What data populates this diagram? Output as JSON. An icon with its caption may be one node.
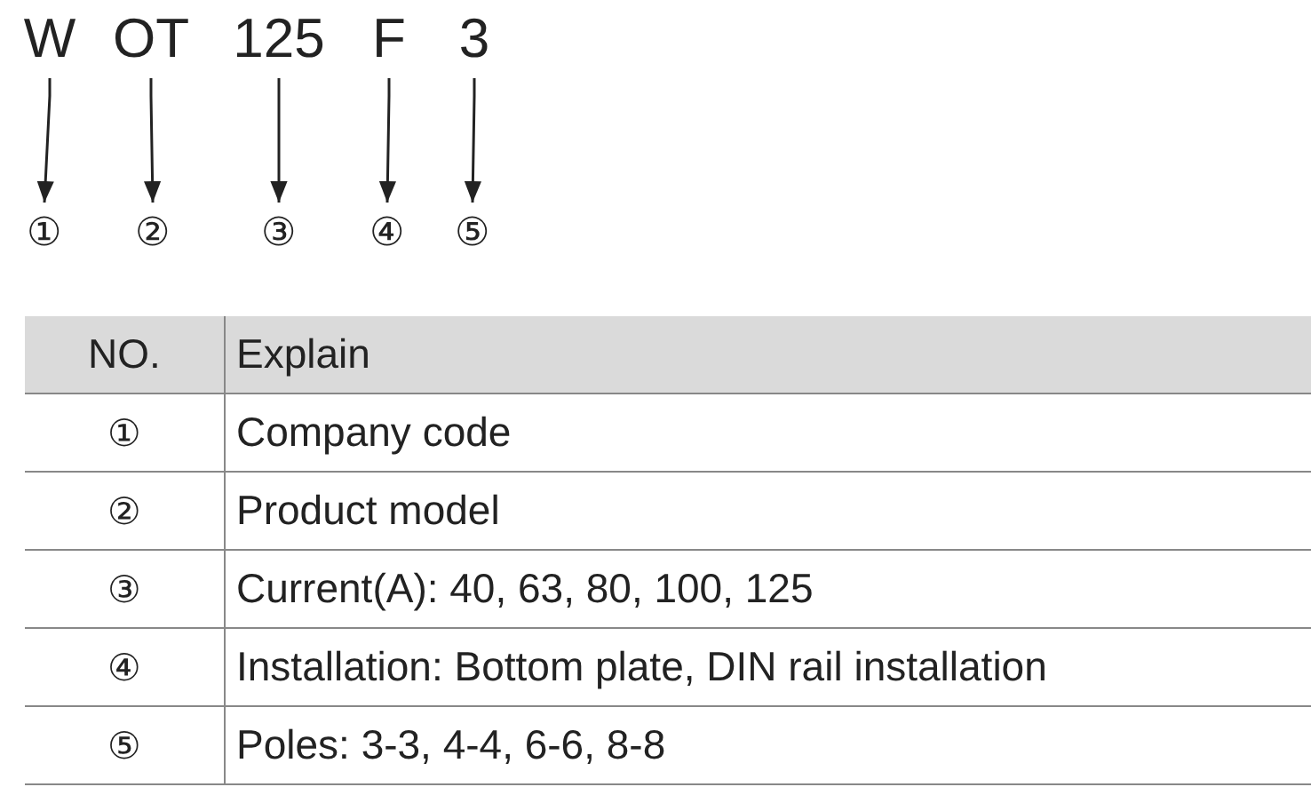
{
  "diagram": {
    "nodes": [
      {
        "text": [
          "W"
        ]
      },
      {
        "text": [
          "OT"
        ]
      },
      {
        "text": [
          "125"
        ]
      },
      {
        "text": [
          "F"
        ]
      },
      {
        "text": [
          "3"
        ]
      },
      {
        "text": [
          "①"
        ]
      },
      {
        "text": [
          "②"
        ]
      },
      {
        "text": [
          "③"
        ]
      },
      {
        "text": [
          "④"
        ]
      },
      {
        "text": [
          "⑤"
        ]
      }
    ],
    "edges": [
      {
        "from": 0,
        "to": 5,
        "arrow": "to"
      },
      {
        "from": 1,
        "to": 6,
        "arrow": "to"
      },
      {
        "from": 2,
        "to": 7,
        "arrow": "to"
      },
      {
        "from": 3,
        "to": 8,
        "arrow": "to"
      },
      {
        "from": 4,
        "to": 9,
        "arrow": "to"
      }
    ],
    "labels": [
      "NO.",
      "Explain",
      "①",
      "Company code",
      "②",
      "Product model",
      "③",
      "Current(A): 40, 63, 80, 100, 125",
      "④",
      "Installation: Bottom plate, DIN rail installation",
      "⑤",
      "Poles: 3-3, 4-4, 6-6, 8-8"
    ]
  }
}
